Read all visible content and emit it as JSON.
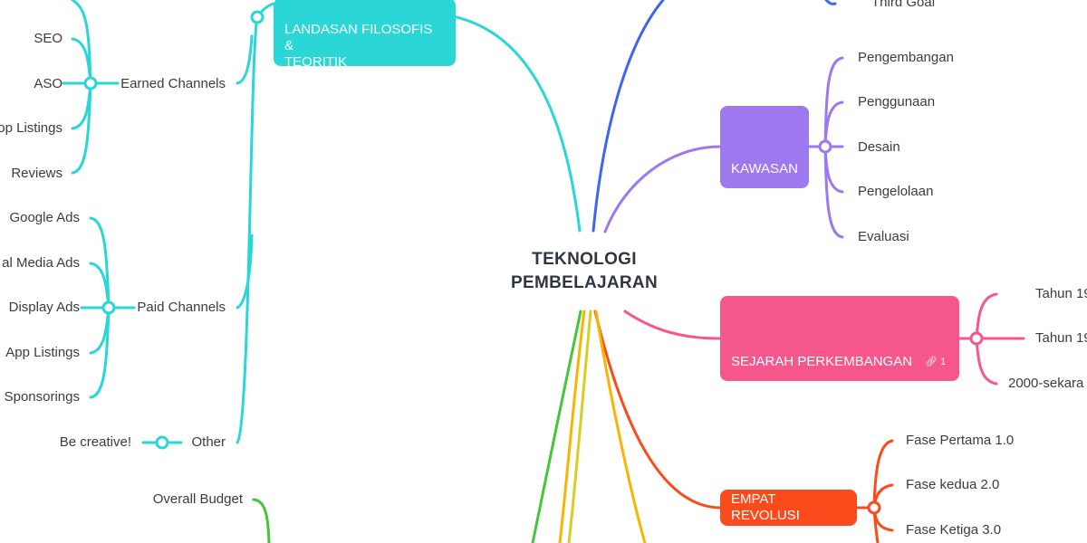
{
  "center": {
    "line1": "TEKNOLOGI",
    "line2": "PEMBELAJARAN"
  },
  "colors": {
    "teal": "#2ad6d6",
    "blue": "#3f64f0",
    "purple": "#9d78ef",
    "pink": "#f5578c",
    "orange": "#fb4a1b",
    "green": "#46c43a",
    "yellow": "#f7b500"
  },
  "nodes": {
    "landasan": "LANDASAN FILOSOFIS & TEORITIK",
    "landasan_line1": "LANDASAN FILOSOFIS &",
    "landasan_line2": "TEORITIK",
    "kawasan": "KAWASAN",
    "sejarah": "SEJARAH PERKEMBANGAN",
    "sejarah_link_count": "1",
    "revolusi": "EMPAT REVOLUSI"
  },
  "kawasan_items": [
    "Pengembangan",
    "Penggunaan",
    "Desain",
    "Pengelolaan",
    "Evaluasi"
  ],
  "sejarah_items": [
    "Tahun 19",
    "Tahun 19",
    "2000-sekara"
  ],
  "revolusi_items": [
    "Fase Pertama 1.0",
    "Fase kedua 2.0",
    "Fase Ketiga 3.0"
  ],
  "blue_item": "Third Goal",
  "earned": {
    "label": "Earned Channels",
    "items": [
      "SEO",
      "ASO",
      "op Listings",
      "Reviews"
    ]
  },
  "paid": {
    "label": "Paid Channels",
    "items": [
      "Google Ads",
      "al Media Ads",
      "Display Ads",
      "App Listings",
      "Sponsorings"
    ]
  },
  "other": {
    "label": "Other",
    "item": "Be creative!"
  },
  "budget": "Overall Budget"
}
